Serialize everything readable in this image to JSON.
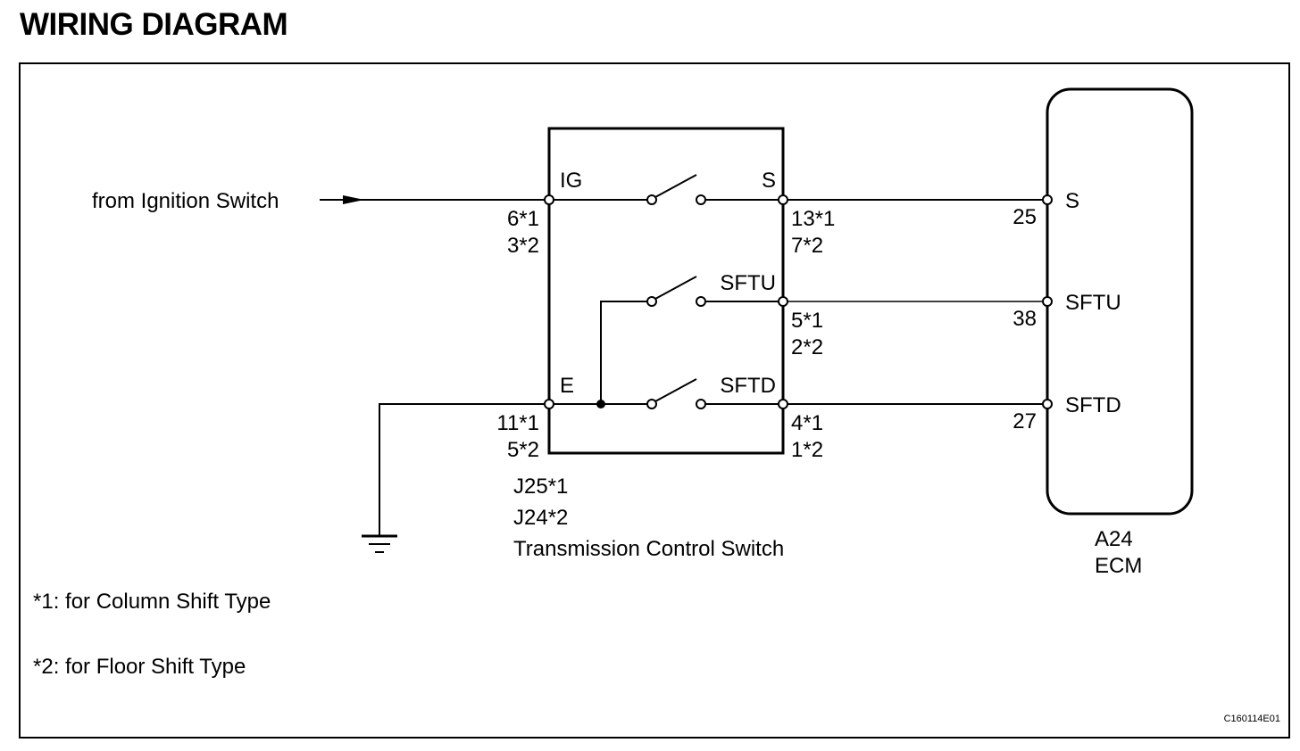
{
  "page_title": "WIRING DIAGRAM",
  "source_label": "from Ignition Switch",
  "switch": {
    "pins_left": {
      "ig": "IG",
      "e": "E"
    },
    "pins_right": {
      "s": "S",
      "sftu": "SFTU",
      "sftd": "SFTD"
    },
    "ig_terminal": [
      "6*1",
      "3*2"
    ],
    "e_terminal": [
      "11*1",
      "5*2"
    ],
    "s_terminal": [
      "13*1",
      "7*2"
    ],
    "sftu_terminal": [
      "5*1",
      "2*2"
    ],
    "sftd_terminal": [
      "4*1",
      "1*2"
    ],
    "connector": [
      "J25*1",
      "J24*2"
    ],
    "name": "Transmission Control Switch"
  },
  "ecm": {
    "pins": {
      "s": "S",
      "sftu": "SFTU",
      "sftd": "SFTD"
    },
    "terminals": {
      "s": "25",
      "sftu": "38",
      "sftd": "27"
    },
    "connector": "A24",
    "name": "ECM"
  },
  "notes": [
    "*1: for Column Shift Type",
    "*2: for Floor Shift Type"
  ],
  "figure_ref": "C160114E01"
}
